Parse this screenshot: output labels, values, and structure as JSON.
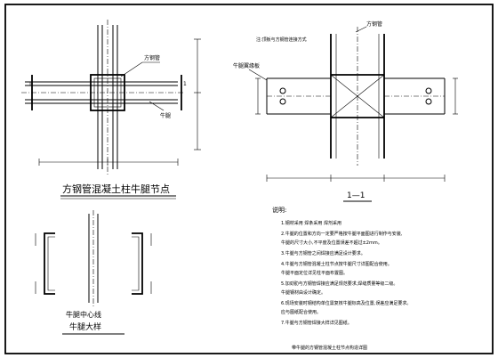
{
  "drawing": {
    "plan_title": "方钢管混凝土柱牛腿节点",
    "detail_title_line1": "牛腿中心线",
    "detail_title_line2": "牛腿大样",
    "section_label": "1—1",
    "section_mark": "1",
    "label_square_steel_tube": "方钢管",
    "label_bracket": "牛腿",
    "label_bracket_flange": "牛腿翼缘板",
    "label_tube_top": "方钢管",
    "label_section_note": "注:顶板与方钢管连接方式",
    "notes_heading": "说明:",
    "notes": [
      "1.钢材采用        焊条采用        焊剂采用",
      "2.牛腿的位置和方向一定要严格按牛腿平面图进行制作与安装,",
      "   牛腿的尺寸大小,不平度及位置误差不超过±2mm。",
      "3.牛腿与方钢管之间焊接应满足设计要求。",
      "4.牛腿与方钢管混凝土柱节点按牛腿尺寸详图配合使用。",
      "   牛腿平面定位详见柱平面布置图。",
      "5.加劲肋与方钢管焊接应满足规范要求,焊缝质量等级二级。",
      "   牛腿钢材由设计确定。",
      "6.现场安装时钢结构单位需复核牛腿标高及位置,误差应满足要求。",
      "   应与图纸配合使用。",
      "7.牛腿与方钢管焊接大样详见图纸。"
    ],
    "footer_caption": "带牛腿的方钢管混凝土柱节点构造详图"
  }
}
